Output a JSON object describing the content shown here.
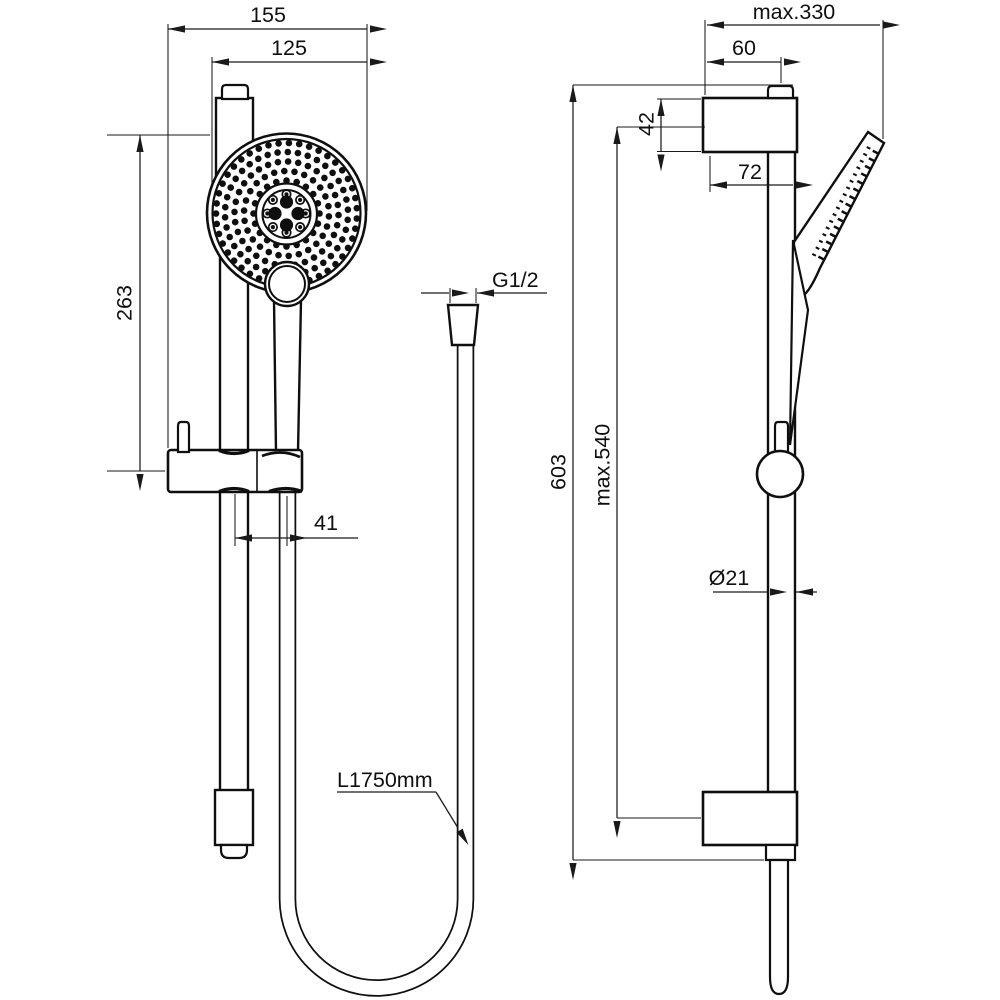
{
  "drawing": {
    "front_view": {
      "overall_width": "155",
      "head_diameter": "125",
      "head_to_holder_height": "263",
      "rail_to_handle_offset": "41",
      "hose_thread_label": "G1/2",
      "hose_length_label": "L1750mm"
    },
    "side_view": {
      "max_depth": "max.330",
      "wall_to_rail_center": "60",
      "bracket_height": "42",
      "bracket_depth": "72",
      "rail_height": "603",
      "max_slider_travel": "max.540",
      "rail_diameter": "Ø21"
    },
    "colors": {
      "line": "#0f0f0f",
      "dimension": "#1a1a1a",
      "background": "#ffffff"
    }
  }
}
